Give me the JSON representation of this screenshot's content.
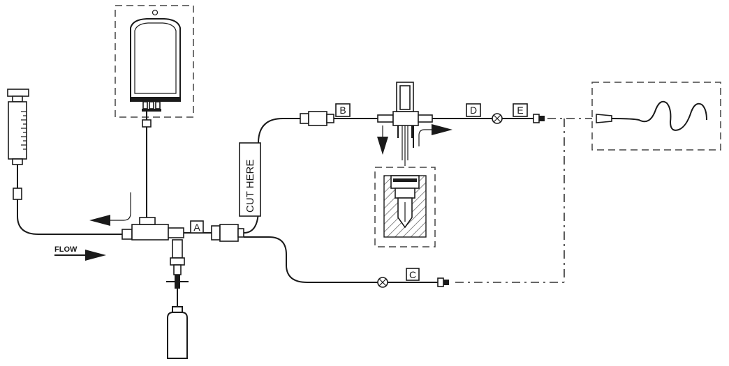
{
  "labels": {
    "a": "A",
    "b": "B",
    "c": "C",
    "d": "D",
    "e": "E"
  },
  "flow_label": "FLOW",
  "cut_label": "CUT HERE",
  "colors": {
    "ink": "#1a1a1a",
    "background": "#ffffff",
    "hatch": "#555555"
  }
}
